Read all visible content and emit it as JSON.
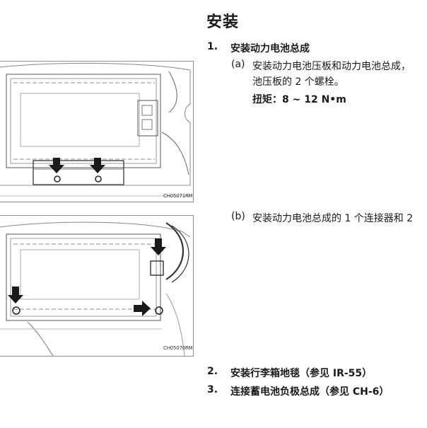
{
  "heading": "安装",
  "steps": [
    {
      "number": "1.",
      "title": "安装动力电池总成",
      "substeps": [
        {
          "label": "(a)",
          "line1": "安装动力电池压板和动力电池总成，",
          "line2": "池压板的 2 个螺栓。",
          "torque": "扭矩：8 ~ 12 N•m"
        },
        {
          "label": "(b)",
          "line1": "安装动力电池总成的 1 个连接器和 2"
        }
      ]
    },
    {
      "number": "2.",
      "title": "安装行李箱地毯（参见 IR-55）"
    },
    {
      "number": "3.",
      "title": "连接蓄电池负极总成（参见 CH-6）"
    }
  ],
  "figures": [
    {
      "code": "CH05071RM"
    },
    {
      "code": "CH05070RM"
    }
  ]
}
